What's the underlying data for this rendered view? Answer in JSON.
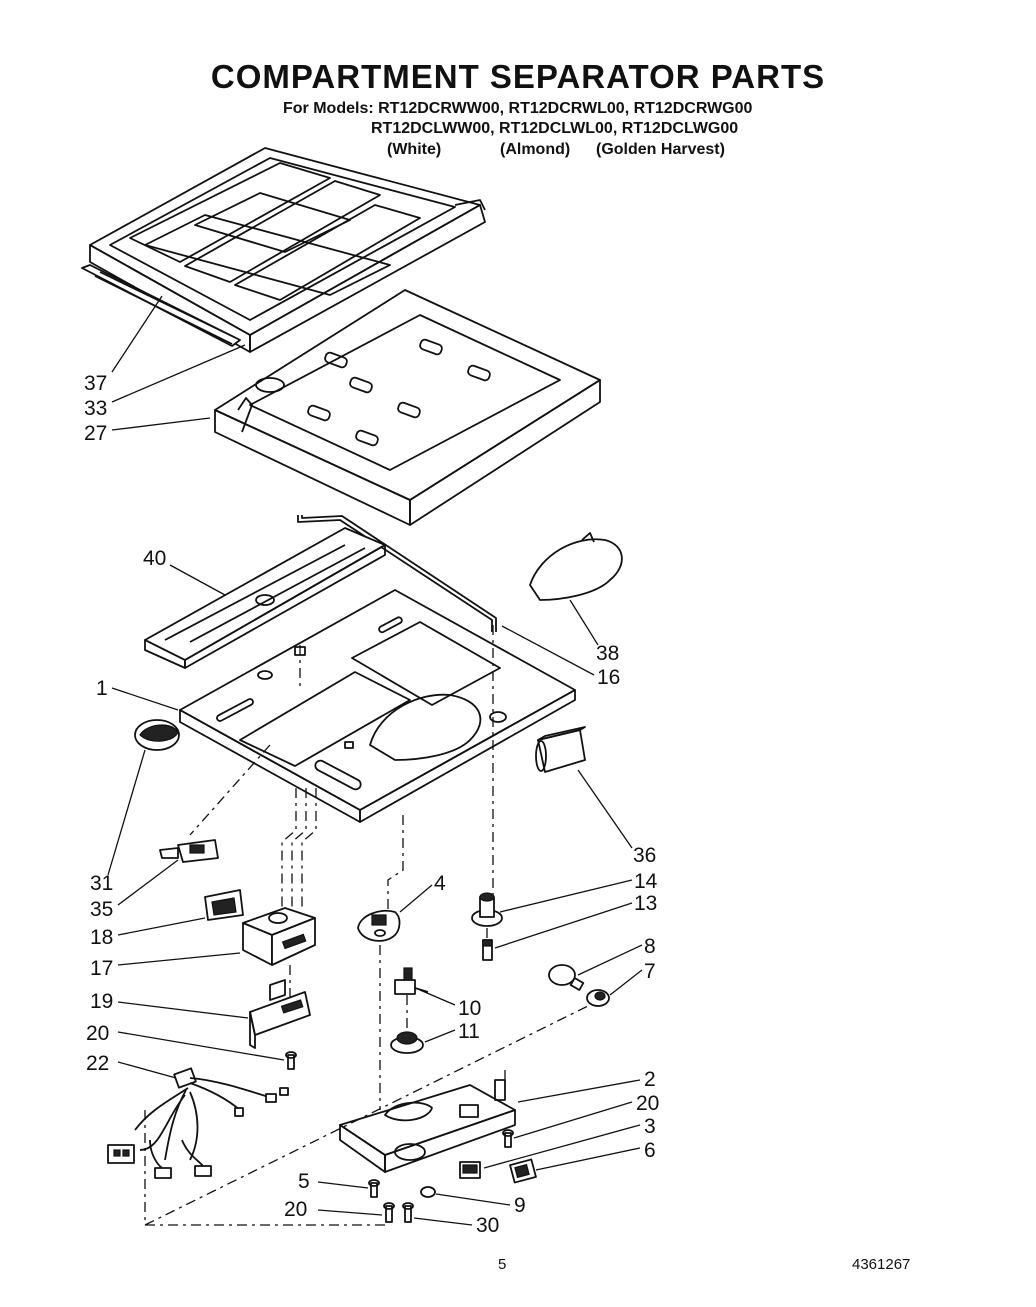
{
  "title": "COMPARTMENT SEPARATOR PARTS",
  "models": {
    "prefix": "For Models:",
    "line1": "RT12DCRWW00, RT12DCRWL00, RT12DCRWG00",
    "line2": "RT12DCLWW00, RT12DCLWL00, RT12DCLWG00",
    "colors": [
      "(White)",
      "(Almond)",
      "(Golden Harvest)"
    ]
  },
  "footer": {
    "page": "5",
    "doc_number": "4361267"
  },
  "callouts": [
    "37",
    "33",
    "27",
    "40",
    "38",
    "16",
    "1",
    "36",
    "31",
    "35",
    "4",
    "14",
    "13",
    "18",
    "17",
    "8",
    "7",
    "19",
    "10",
    "11",
    "20",
    "22",
    "2",
    "20",
    "3",
    "6",
    "5",
    "9",
    "20",
    "30"
  ]
}
